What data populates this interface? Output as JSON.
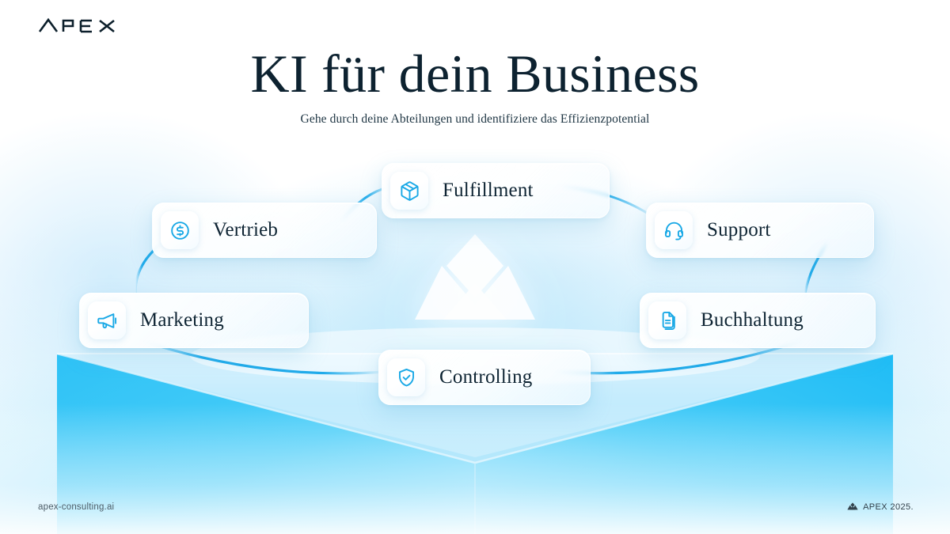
{
  "brand": {
    "logo_text": "APEX",
    "logo_icon": "apex-mountain-logo"
  },
  "header": {
    "title": "KI für dein Business",
    "subtitle": "Gehe durch deine Abteilungen und identifiziere das Effizienzpotential"
  },
  "diagram": {
    "center_watermark_icon": "apex-mountain-watermark",
    "accent_color": "#17A8E8",
    "icon_color": "#1BA9E6",
    "platform_color": "#35C4F4",
    "cards": [
      {
        "id": "fulfillment",
        "label": "Fulfillment",
        "icon": "package-icon"
      },
      {
        "id": "vertrieb",
        "label": "Vertrieb",
        "icon": "dollar-circle-icon"
      },
      {
        "id": "support",
        "label": "Support",
        "icon": "headset-icon"
      },
      {
        "id": "marketing",
        "label": "Marketing",
        "icon": "megaphone-icon"
      },
      {
        "id": "buchhaltung",
        "label": "Buchhaltung",
        "icon": "documents-icon"
      },
      {
        "id": "controlling",
        "label": "Controlling",
        "icon": "shield-check-icon"
      }
    ]
  },
  "footer": {
    "website": "apex-consulting.ai",
    "copyright": "APEX 2025.",
    "copyright_icon": "apex-mountain-logo"
  }
}
